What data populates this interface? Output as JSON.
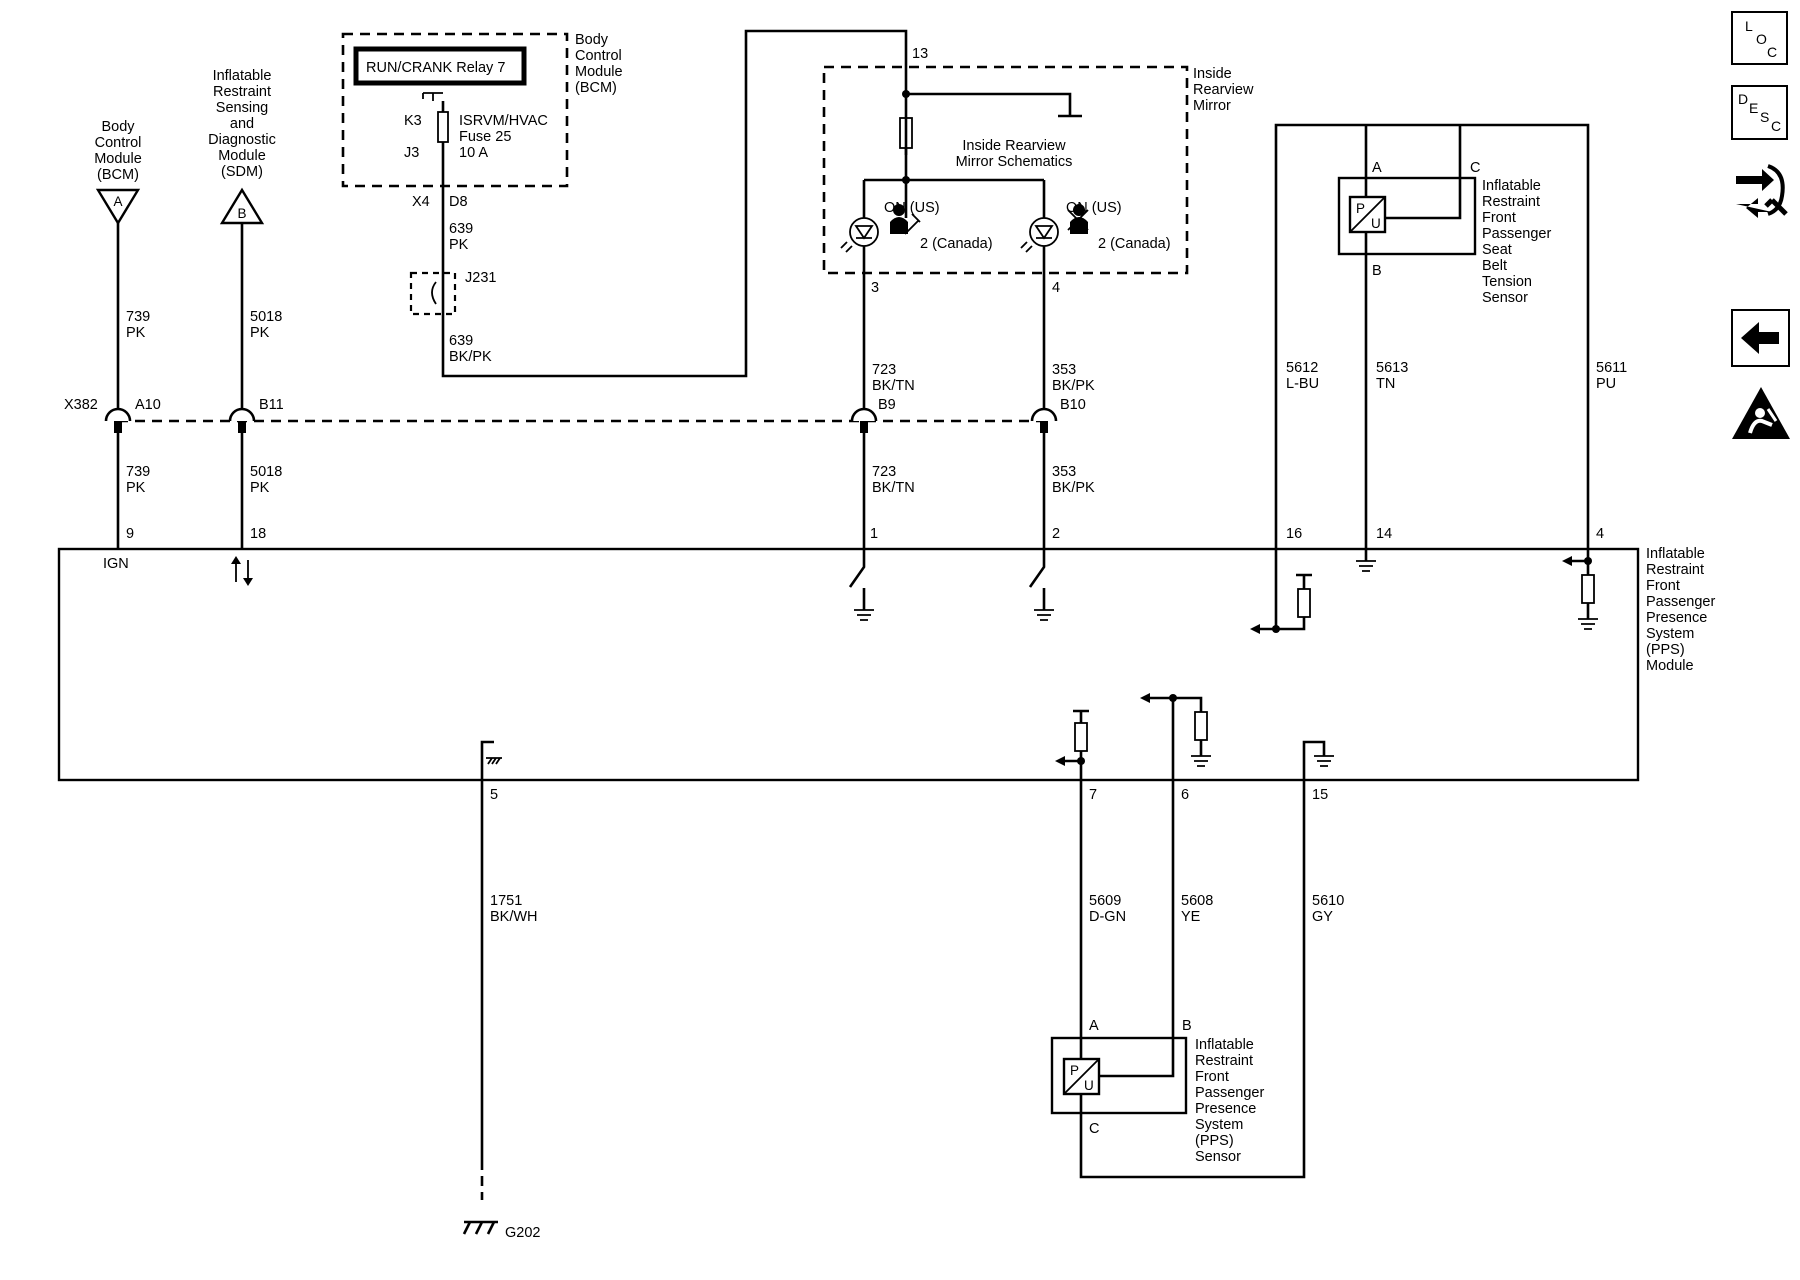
{
  "modules": {
    "bcm_top": [
      "Body",
      "Control",
      "Module",
      "(BCM)"
    ],
    "bcm_left": [
      "Body",
      "Control",
      "Module",
      "(BCM)"
    ],
    "sdm": [
      "Inflatable",
      "Restraint",
      "Sensing",
      "and",
      "Diagnostic",
      "Module",
      "(SDM)"
    ],
    "mirror": [
      "Inside",
      "Rearview",
      "Mirror"
    ],
    "mirror_schematics": [
      "Inside Rearview",
      "Mirror Schematics"
    ],
    "seat_belt_sensor": [
      "Inflatable",
      "Restraint",
      "Front",
      "Passenger",
      "Seat",
      "Belt",
      "Tension",
      "Sensor"
    ],
    "pps_module": [
      "Inflatable",
      "Restraint",
      "Front",
      "Passenger",
      "Presence",
      "System",
      "(PPS)",
      "Module"
    ],
    "pps_sensor": [
      "Inflatable",
      "Restraint",
      "Front",
      "Passenger",
      "Presence",
      "System",
      "(PPS)",
      "Sensor"
    ]
  },
  "relay": {
    "label": "RUN/CRANK Relay 7"
  },
  "fuse": {
    "label": [
      "ISRVM/HVAC",
      "Fuse 25",
      "10 A"
    ],
    "pin_in": "K3",
    "pin_out": "J3"
  },
  "connector_x4": {
    "name": "X4",
    "pin": "D8"
  },
  "splice": "J231",
  "connector_x382": {
    "name": "X382",
    "pins": [
      "A10",
      "B11",
      "B9",
      "B10"
    ]
  },
  "offpage": {
    "a": "A",
    "b": "B"
  },
  "indicators": {
    "on_us_1": "ON (US)",
    "on_us_2": "ON (US)",
    "canada_1": "2 (Canada)",
    "canada_2": "2 (Canada)"
  },
  "mirror_pins": {
    "feed": "13",
    "p3": "3",
    "p4": "4"
  },
  "wires": {
    "w739_top": [
      "739",
      "PK"
    ],
    "w739_bot": [
      "739",
      "PK"
    ],
    "w5018_top": [
      "5018",
      "PK"
    ],
    "w5018_bot": [
      "5018",
      "PK"
    ],
    "w639_a": [
      "639",
      "PK"
    ],
    "w639_b": [
      "639",
      "BK/PK"
    ],
    "w723_top": [
      "723",
      "BK/TN"
    ],
    "w723_bot": [
      "723",
      "BK/TN"
    ],
    "w353_top": [
      "353",
      "BK/PK"
    ],
    "w353_bot": [
      "353",
      "BK/PK"
    ],
    "w5612": [
      "5612",
      "L-BU"
    ],
    "w5613": [
      "5613",
      "TN"
    ],
    "w5611": [
      "5611",
      "PU"
    ],
    "w1751": [
      "1751",
      "BK/WH"
    ],
    "w5609": [
      "5609",
      "D-GN"
    ],
    "w5608": [
      "5608",
      "YE"
    ],
    "w5610": [
      "5610",
      "GY"
    ]
  },
  "pps_pins": {
    "p9": "9",
    "p18": "18",
    "p1": "1",
    "p2": "2",
    "p16": "16",
    "p14": "14",
    "p4": "4",
    "p5": "5",
    "p7": "7",
    "p6": "6",
    "p15": "15",
    "ign": "IGN"
  },
  "sensor_pins": {
    "seat_a": "A",
    "seat_b": "B",
    "seat_c": "C",
    "pps_a": "A",
    "pps_b": "B",
    "pps_c": "C"
  },
  "pu_label": {
    "p": "P",
    "u": "U"
  },
  "ground": "G202",
  "sidebar": {
    "loc": [
      "L",
      "O",
      "C"
    ],
    "desc": [
      "D",
      "E",
      "S",
      "C"
    ]
  }
}
